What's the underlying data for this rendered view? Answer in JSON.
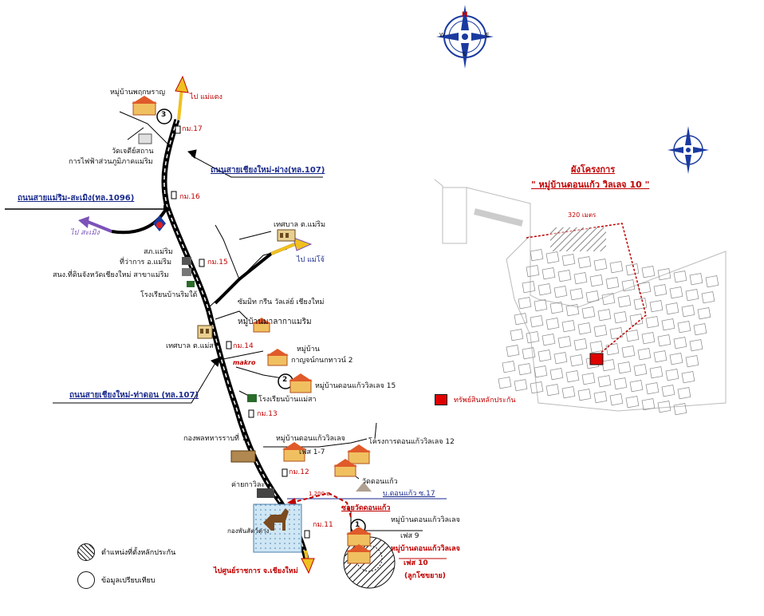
{
  "main_map": {
    "villages": {
      "pruksa": "หมู่บ้านพฤกษราญ",
      "mala_maerim": "หมู่บ้านมาลากาแมริม",
      "kanchanok": "หมู่บ้าน\nกาญจน์กนกทาวน์ 2",
      "donkaew15": "หมู่บ้านดอนแก้ววิลเลจ 15",
      "donkaew_17": "หมู่บ้านดอนแก้ววิลเลจ",
      "phase17": "เฟส 1-7",
      "project12": "โครงการดอนแก้ววิลเลจ 12",
      "donkaew_9": "หมู่บ้านดอนแก้ววิลเลจ",
      "phase9": "เฟส 9",
      "target": "หมู่บ้านดอนแก้ววิลเลจ",
      "target_phase": "เฟส 10",
      "target_note": "(ลูกโซขยาย)"
    },
    "places": {
      "wat": "วัดเจดีย์สถาน",
      "power": "การไฟฟ้าส่วนภูมิภาคแม่ริม",
      "police": "สภ.แม่ริม",
      "district": "ที่ว่าการ อ.แม่ริม",
      "land_office": "สนง.ที่ดินจังหวัดเชียงใหม่ สาขาแม่ริม",
      "school_rim": "โรงเรียนบ้านริมใต้",
      "muni_maerim": "เทศบาล ต.แม่ริม",
      "summit": "ซัมมิท กรีน วัลเล่ย์ เชียงใหม่",
      "muni_mahsa": "เทศบาล ต.แม่สา",
      "makro": "makro",
      "school_mahsa": "โรงเรียนบ้านแม่สา",
      "army": "กองพลทหารราบที่ 7",
      "camp": "ค่ายกาวิละ",
      "stud": "กองพันสัตว์ต่าง",
      "wat_donkaew": "วัดดอนแก้ว"
    },
    "km": {
      "k17": "กม.17",
      "k16": "กม.16",
      "k15": "กม.15",
      "k14": "กม.14",
      "k13": "กม.13",
      "k12": "กม.12",
      "k11": "กม.11"
    },
    "roads": {
      "r107_north": "ถนนสายเชียงใหม่-ฝาง(ทล.107)",
      "r1096": "ถนนสายแม่ริม-สะเมิง(ทล.1096)",
      "r107_south": "ถนนสายเชียงใหม่-ท่าดอน (ทล.107)",
      "soi17": "บ.ดอนแก้ว ซ.17",
      "soi_wat": "ซอยวัดดอนแก้ว",
      "dist": "1,200 ม."
    },
    "directions": {
      "to_maetaeng": "ไป แม่แตง",
      "to_samoeng": "ไป สะเมิง",
      "to_maejo": "ไป แม่โจ้",
      "to_city": "ไปศูนย์ราชการ จ.เชียงใหม่"
    },
    "markers": [
      "3",
      "2",
      "1"
    ]
  },
  "legend": {
    "hatch": "ตำแหน่งที่ตั้งหลักประกัน",
    "circle": "ข้อมูลเปรียบเทียบ"
  },
  "inset": {
    "title": "ผังโครงการ",
    "subtitle": "\" หมู่บ้านดอนแก้ว วิลเลจ 10 \"",
    "distance": "320 เมตร",
    "legend_red": "ทรัพย์สินหลักประกัน"
  },
  "compass": {
    "n": "N",
    "s": "S",
    "e": "E",
    "w": "W"
  },
  "colors": {
    "road_black": "#000000",
    "accent_red": "#c00000",
    "road_blue": "#1a2a8c",
    "arrow_purple": "#7b52b8",
    "arrow_yellow": "#f0c020"
  }
}
